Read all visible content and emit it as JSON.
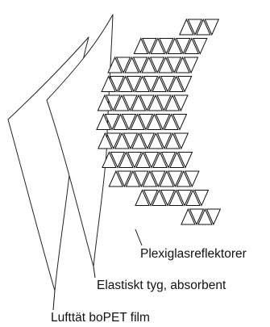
{
  "labels": {
    "reflectors": "Plexiglasreflektorer",
    "fabric": "Elastiskt tyg, absorbent",
    "film": "Lufttät boPET film"
  },
  "colors": {
    "line": "#111111",
    "background": "#ffffff"
  }
}
